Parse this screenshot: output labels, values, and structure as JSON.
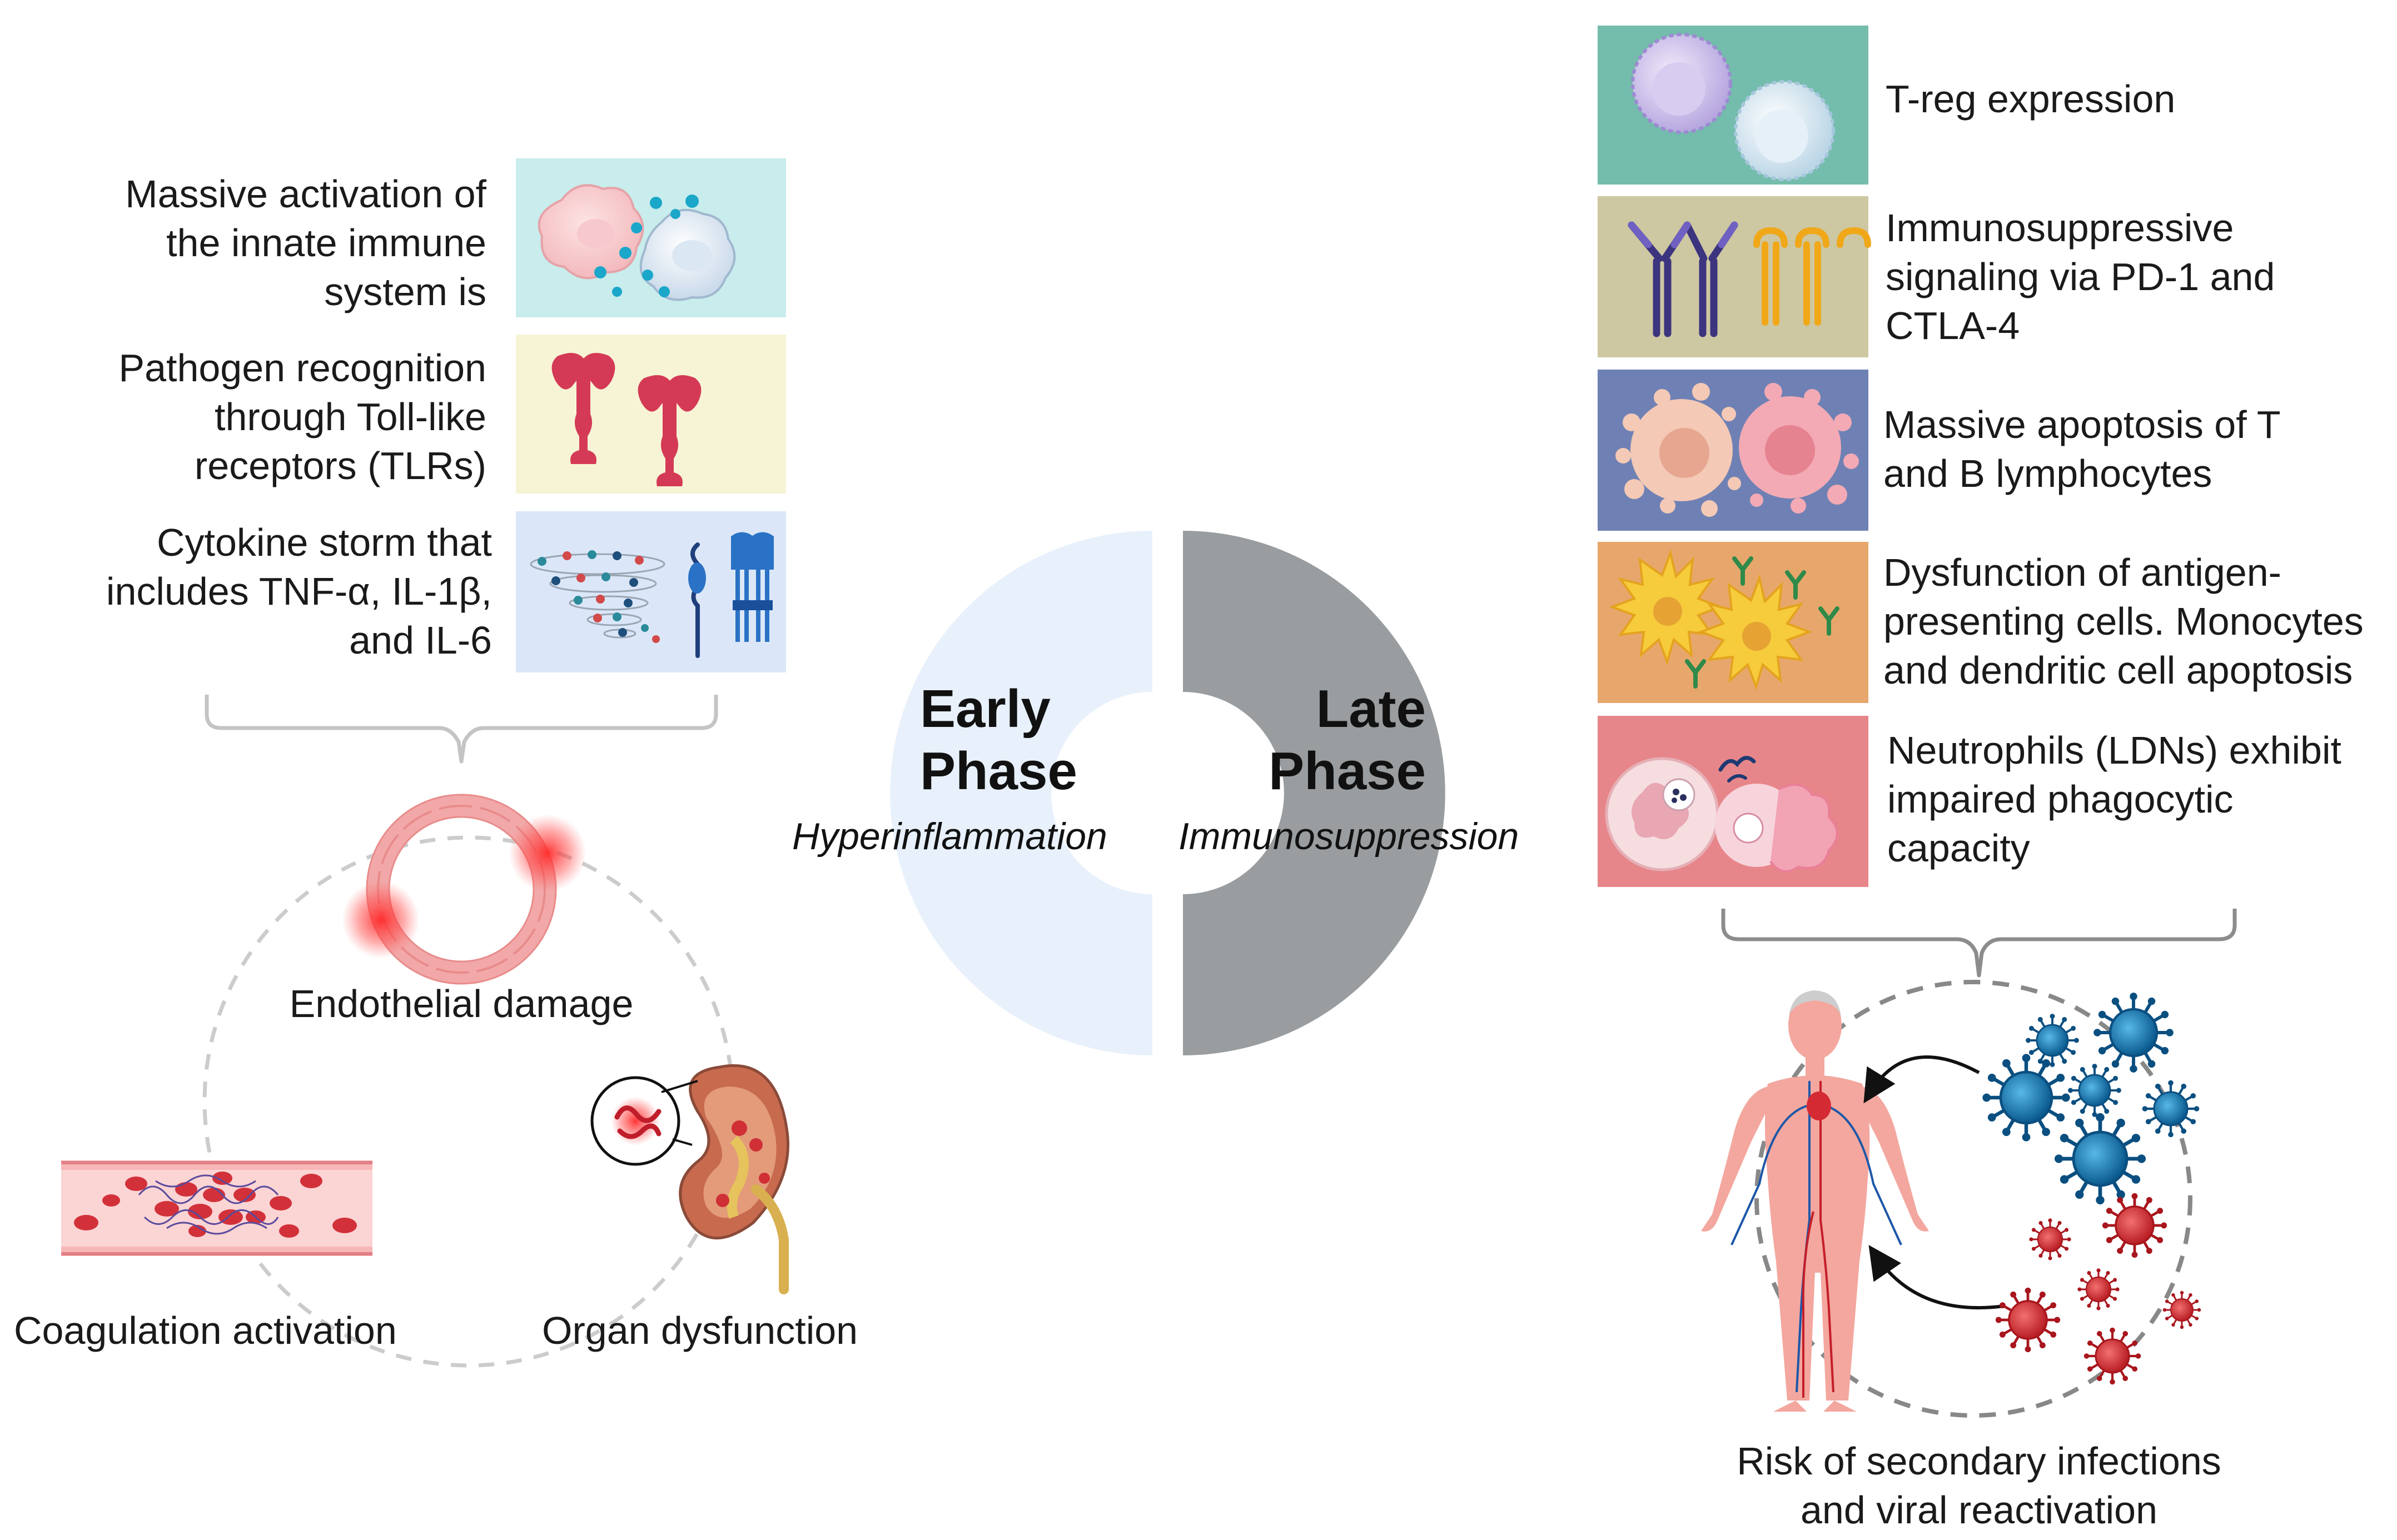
{
  "center": {
    "early_line1": "Early",
    "early_line2": "Phase",
    "early_sub": "Hyperinflammation",
    "late_line1": "Late",
    "late_line2": "Phase",
    "late_sub": "Immunosuppression"
  },
  "early_items": [
    {
      "line1": "Massive activation of",
      "line2": "the innate immune",
      "line3": "system is",
      "panel_color": "#c9ecec",
      "icon": "innate-immune-cells-icon"
    },
    {
      "line1": "Pathogen recognition",
      "line2": "through Toll-like",
      "line3": "receptors (TLRs)",
      "panel_color": "#f6f4d5",
      "icon": "toll-like-receptor-icon"
    },
    {
      "line1": "Cytokine storm that",
      "line2": "includes TNF-α, IL-1β,",
      "line3": "and IL-6",
      "panel_color": "#dbe7f8",
      "icon": "cytokine-storm-icon"
    }
  ],
  "early_consequences": {
    "endothelial": "Endothelial damage",
    "coagulation": "Coagulation activation",
    "organ": "Organ dysfunction"
  },
  "late_items": [
    {
      "line1": "T-reg expression",
      "line2": "",
      "line3": "",
      "panel_color": "#74bcac",
      "icon": "t-reg-cells-icon"
    },
    {
      "line1": "Immunosuppressive",
      "line2": "signaling via PD-1 and",
      "line3": "CTLA-4",
      "panel_color": "#cdc7a2",
      "icon": "checkpoint-receptors-icon"
    },
    {
      "line1": "Massive apoptosis of T",
      "line2": "and B lymphocytes",
      "line3": "",
      "panel_color": "#6f81b4",
      "icon": "apoptotic-lymphocytes-icon"
    },
    {
      "line1": "Dysfunction of antigen-",
      "line2": "presenting cells. Monocytes",
      "line3": "and dendritic cell apoptosis",
      "panel_color": "#e7a76c",
      "icon": "dendritic-cells-icon"
    },
    {
      "line1": "Neutrophils (LDNs) exhibit",
      "line2": "impaired phagocytic",
      "line3": "capacity",
      "panel_color": "#e7868a",
      "icon": "neutrophils-icon"
    }
  ],
  "late_consequence": {
    "line1": "Risk of secondary infections",
    "line2": "and viral reactivation"
  },
  "colors": {
    "early_ring": "#e8f1fb",
    "late_ring": "#999d9f",
    "bracket": "#bdbdbd",
    "bracket_late": "#8a8a8a",
    "dashed": "#cfcfcf"
  }
}
